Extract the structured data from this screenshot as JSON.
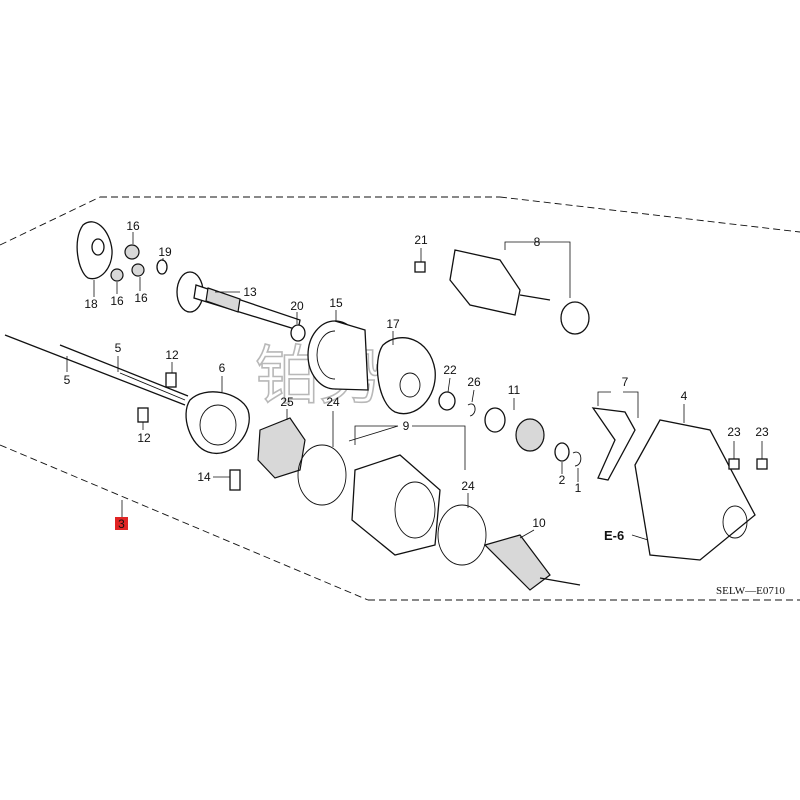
{
  "diagram": {
    "code": "SELW—E0710",
    "ref_label": "E-6",
    "highlight_label": "3",
    "watermark": "铂势",
    "callouts": {
      "c1": "1",
      "c2": "2",
      "c3": "3",
      "c4": "4",
      "c5a": "5",
      "c5b": "5",
      "c6": "6",
      "c7": "7",
      "c8": "8",
      "c9": "9",
      "c10": "10",
      "c11": "11",
      "c12a": "12",
      "c12b": "12",
      "c13": "13",
      "c14": "14",
      "c15": "15",
      "c16a": "16",
      "c16b": "16",
      "c16c": "16",
      "c17": "17",
      "c18": "18",
      "c19": "19",
      "c20": "20",
      "c21": "21",
      "c22": "22",
      "c23a": "23",
      "c23b": "23",
      "c24a": "24",
      "c24b": "24",
      "c25": "25",
      "c26": "26"
    }
  }
}
